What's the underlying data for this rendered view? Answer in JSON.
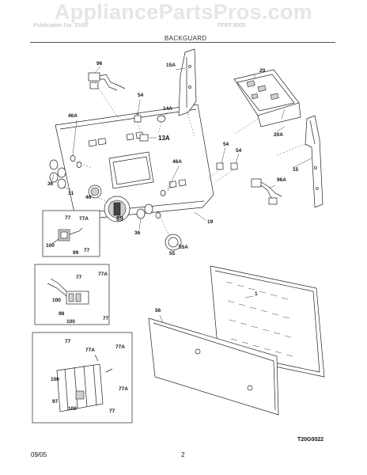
{
  "watermark": "AppliancePartsPros.com",
  "header": {
    "left_text": "Publication No. 3160",
    "right_text": "FFEF3005",
    "section_title": "BACKGUARD"
  },
  "footer": {
    "date": "09/05",
    "page": "2"
  },
  "diagram_code": "T20G0022",
  "callouts": {
    "p96": "96",
    "p15A": "15A",
    "p20": "20",
    "p54a": "54",
    "p14A": "14A",
    "p46Aa": "46A",
    "p13A": "13A",
    "p20A": "20A",
    "p54b": "54",
    "p54c": "54",
    "p15": "15",
    "p96A": "96A",
    "p46Ab": "46A",
    "p36a": "36",
    "p31": "31",
    "p46": "46",
    "p69": "69",
    "p36b": "36",
    "p19": "19",
    "p55A": "55A",
    "p55": "55",
    "i1_77": "77",
    "i1_77A": "77A",
    "i1_100": "100",
    "i1_99": "99",
    "i1_77b": "77",
    "i2_77A": "77A",
    "i2_77": "77",
    "i2_100": "100",
    "i2_98": "98",
    "i2_100b": "100",
    "i2_77b": "77",
    "i3_77": "77",
    "i3_77A": "77A",
    "i3_77Ab": "77A",
    "i3_100": "100",
    "i3_97": "97",
    "i3_77Ac": "77A",
    "i3_100b": "100",
    "i3_77b": "77",
    "p1": "1",
    "p56": "56"
  }
}
